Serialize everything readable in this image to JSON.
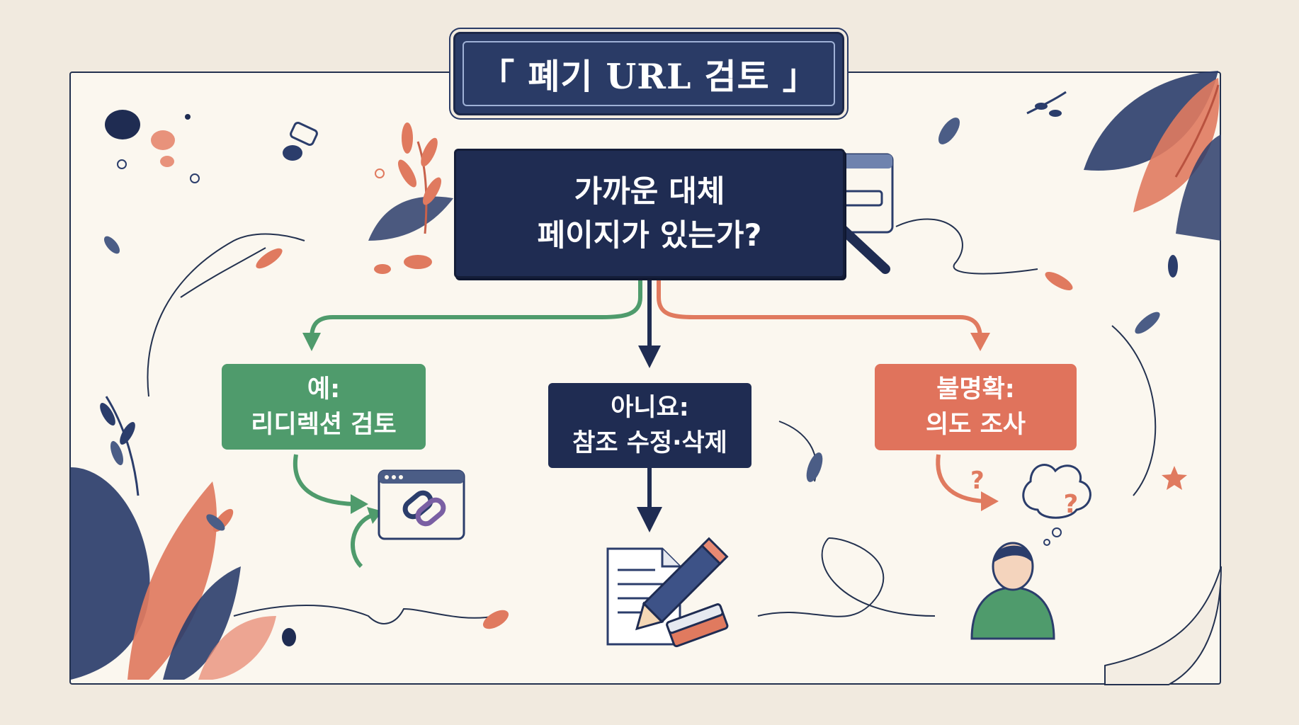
{
  "title": "「 폐기 URL 검토 」",
  "question": {
    "line1": "가까운 대체",
    "line2": "페이지가 있는가?"
  },
  "branches": {
    "yes": {
      "line1": "예:",
      "line2": "리디렉션 검토"
    },
    "no": {
      "line1": "아니요:",
      "line2": "참조 수정·삭제"
    },
    "unclear": {
      "line1": "불명확:",
      "line2": "의도 조사"
    }
  },
  "icons": {
    "question": "magnifier-link-icon",
    "yes": "browser-link-icon",
    "no": "document-pencil-eraser-icon",
    "unclear": "person-thinking-icon"
  },
  "colors": {
    "navy": "#1f2c52",
    "green": "#4f9b6c",
    "coral": "#e0735c",
    "paper": "#fbf7ef",
    "background": "#f1eadf"
  }
}
